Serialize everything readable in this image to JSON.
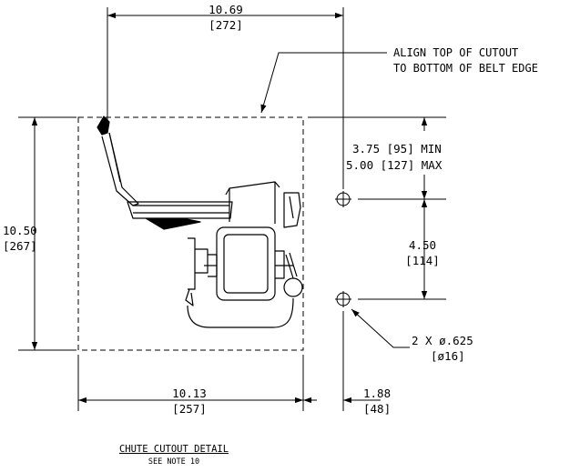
{
  "dimensions": {
    "top_width_in": "10.69",
    "top_width_mm": "[272]",
    "height_in": "10.50",
    "height_mm": "[267]",
    "bottom_width_in": "10.13",
    "bottom_width_mm": "[257]",
    "offset_in": "1.88",
    "offset_mm": "[48]",
    "hole_spacing_in": "4.50",
    "hole_spacing_mm": "[114]",
    "range_min": "3.75 [95] MIN",
    "range_max": "5.00 [127] MAX"
  },
  "notes": {
    "align_line1": "ALIGN TOP OF CUTOUT",
    "align_line2": "TO BOTTOM OF BELT EDGE",
    "holes_line1": "2 X ø.625",
    "holes_line2": "[ø16]"
  },
  "caption": {
    "title": "CHUTE CUTOUT DETAIL",
    "subtitle": "SEE NOTE 10"
  }
}
